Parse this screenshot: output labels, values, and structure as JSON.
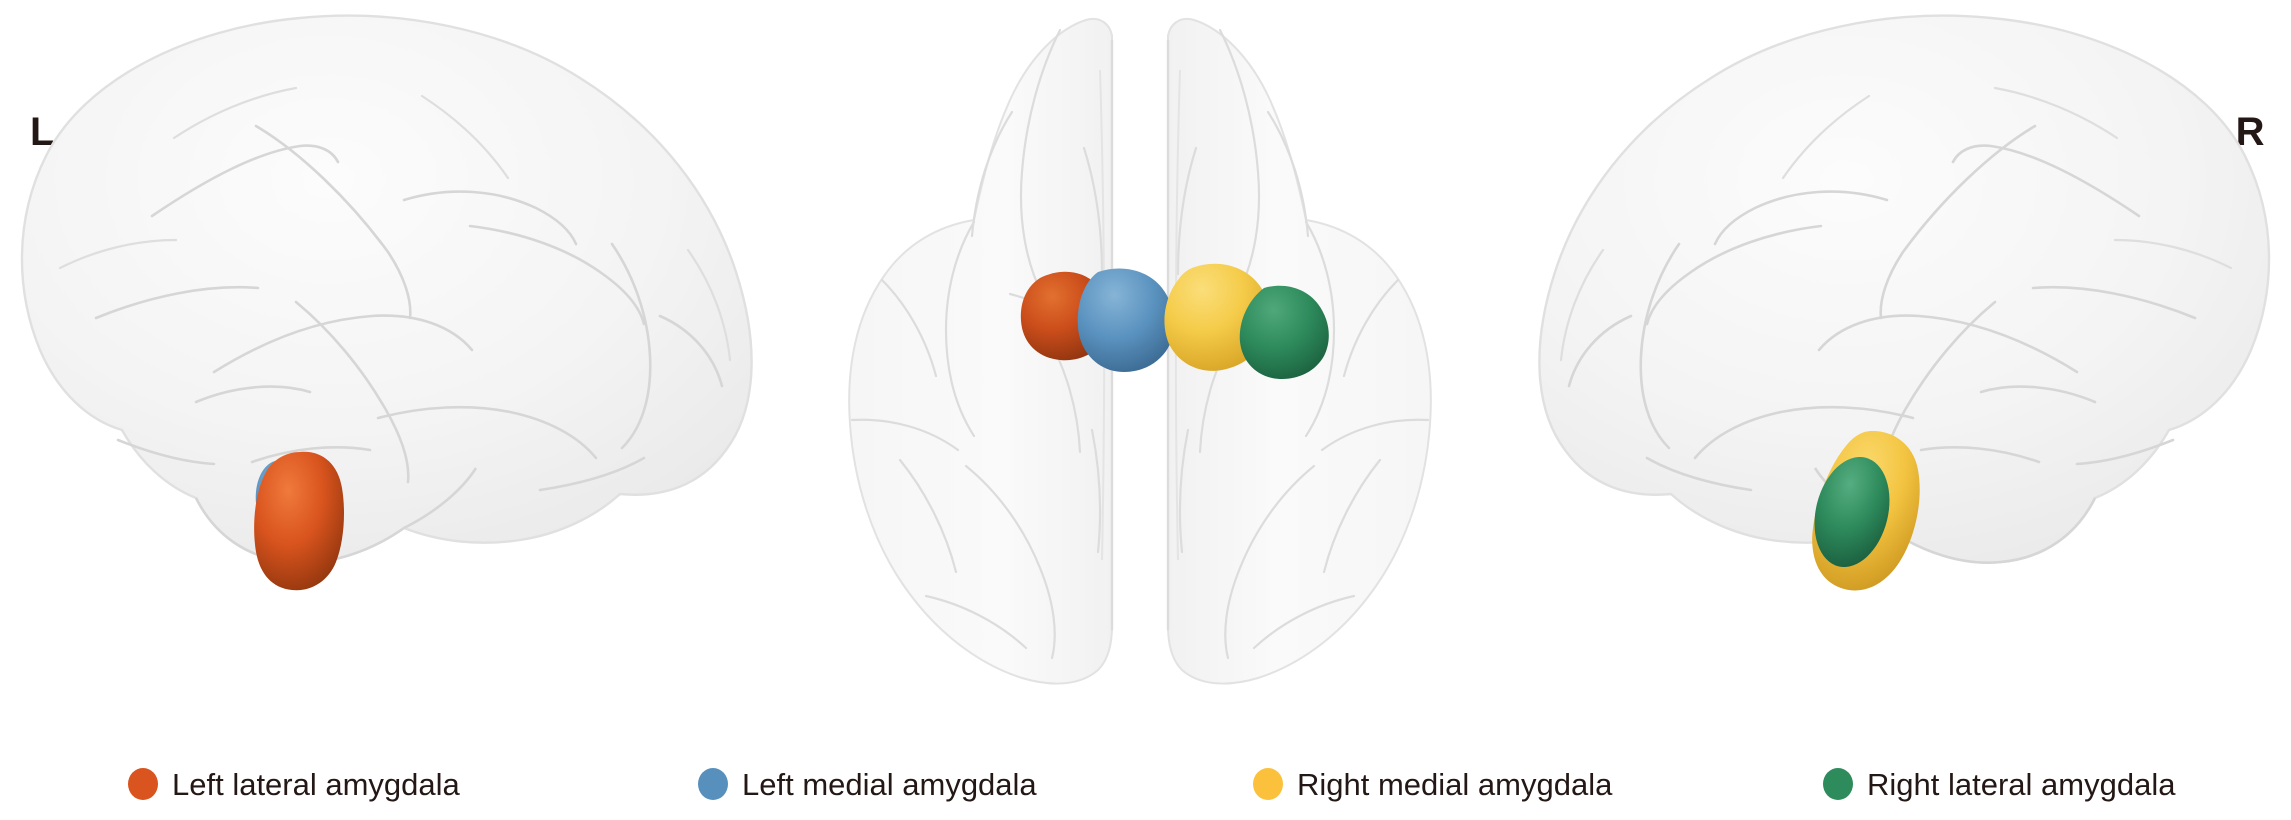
{
  "figure": {
    "type": "brain-render",
    "description": "Three-view semi-transparent cortical surface rendering with four amygdala subregion volumes overlaid",
    "background_color": "#ffffff"
  },
  "orientation_labels": {
    "left": "L",
    "right": "R",
    "color": "#231815"
  },
  "views": [
    {
      "id": "left-lateral",
      "name": "Left hemisphere lateral view",
      "regions": [
        "left-lateral-amygdala",
        "left-medial-amygdala"
      ]
    },
    {
      "id": "axial-superior",
      "name": "Axial superior view",
      "regions": [
        "left-lateral-amygdala",
        "left-medial-amygdala",
        "right-medial-amygdala",
        "right-lateral-amygdala"
      ]
    },
    {
      "id": "right-lateral",
      "name": "Right hemisphere lateral view",
      "regions": [
        "right-medial-amygdala",
        "right-lateral-amygdala"
      ]
    }
  ],
  "legend": {
    "items": [
      {
        "label": "Left lateral amygdala",
        "color": "#D9541E",
        "key": "left-lateral-amygdala"
      },
      {
        "label": "Left medial amygdala",
        "color": "#5890BD",
        "key": "left-medial-amygdala"
      },
      {
        "label": "Right medial amygdala",
        "color": "#FBC13C",
        "key": "right-medial-amygdala"
      },
      {
        "label": "Right lateral amygdala",
        "color": "#2E8B5C",
        "key": "right-lateral-amygdala"
      }
    ]
  },
  "colors": {
    "left_lateral": "#D9541E",
    "left_lateral_shadow": "#9C3A13",
    "left_medial": "#5890BD",
    "left_medial_shadow": "#3C6C94",
    "right_medial": "#FBC13C",
    "right_medial_shadow": "#D9A024",
    "right_lateral": "#2E8B5C",
    "right_lateral_shadow": "#1F6742",
    "cortex_fill": "#F2F2F2",
    "cortex_stroke": "#DCDCDC",
    "sulcus_stroke": "#D3D3D3",
    "text": "#231815"
  }
}
